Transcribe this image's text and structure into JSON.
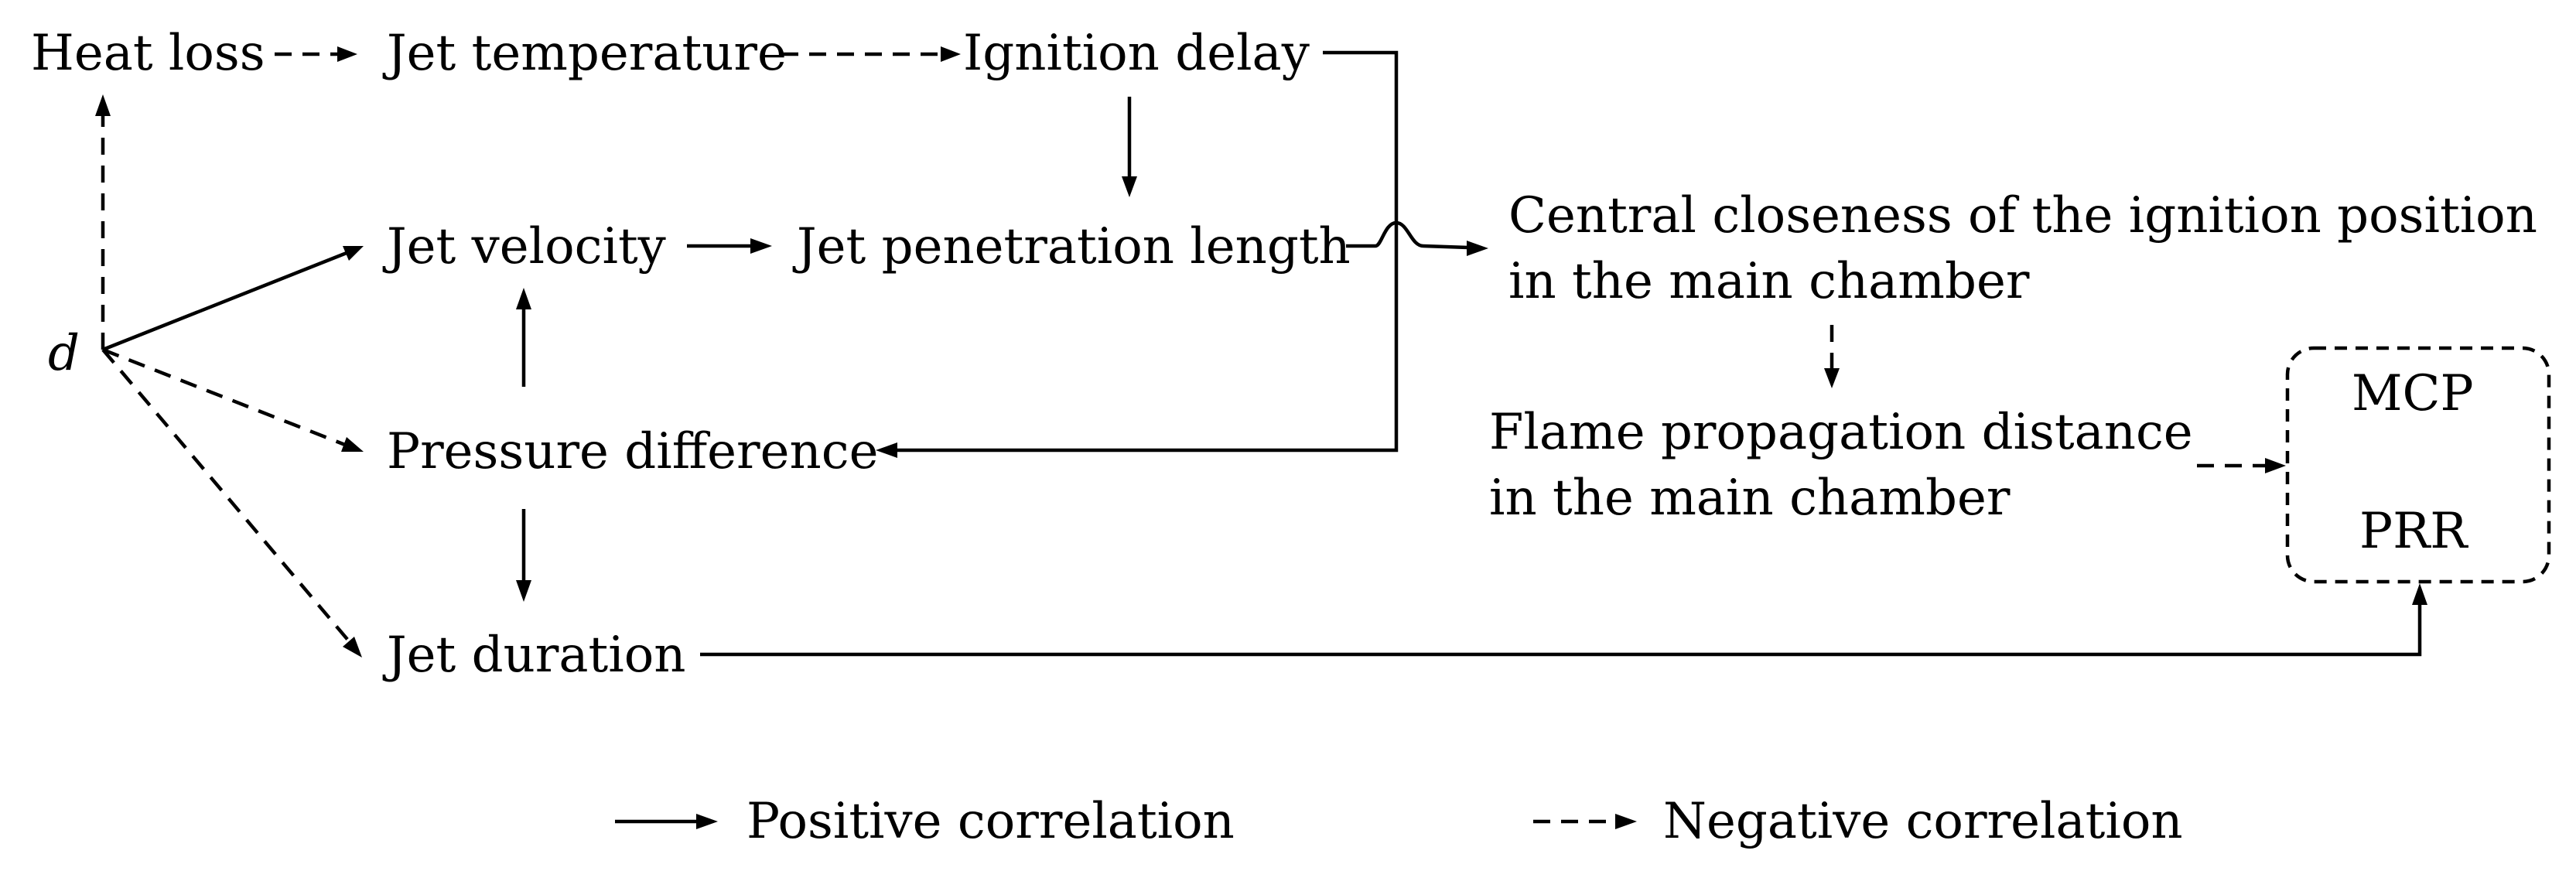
{
  "nodes": {
    "heat_loss": "Heat loss",
    "jet_temperature": "Jet temperature",
    "ignition_delay": "Ignition delay",
    "jet_velocity": "Jet velocity",
    "jet_penetration_length": "Jet penetration length",
    "central_closeness_line1": "Central closeness of the ignition position",
    "central_closeness_line2": "in the main chamber",
    "d": "d",
    "pressure_difference": "Pressure difference",
    "flame_propagation_line1": "Flame propagation distance",
    "flame_propagation_line2": "in the main chamber",
    "mcp": "MCP",
    "prr": "PRR",
    "jet_duration": "Jet duration"
  },
  "legend": {
    "positive": "Positive correlation",
    "negative": "Negative correlation"
  },
  "edges": [
    {
      "from": "Heat loss",
      "to": "Jet temperature",
      "correlation": "negative"
    },
    {
      "from": "Jet temperature",
      "to": "Ignition delay",
      "correlation": "negative"
    },
    {
      "from": "Ignition delay",
      "to": "Jet penetration length",
      "correlation": "positive"
    },
    {
      "from": "Ignition delay",
      "to": "Pressure difference",
      "correlation": "positive"
    },
    {
      "from": "d",
      "to": "Heat loss",
      "correlation": "negative"
    },
    {
      "from": "d",
      "to": "Jet velocity",
      "correlation": "positive"
    },
    {
      "from": "d",
      "to": "Pressure difference",
      "correlation": "negative"
    },
    {
      "from": "d",
      "to": "Jet duration",
      "correlation": "negative"
    },
    {
      "from": "Pressure difference",
      "to": "Jet velocity",
      "correlation": "positive"
    },
    {
      "from": "Pressure difference",
      "to": "Jet duration",
      "correlation": "positive"
    },
    {
      "from": "Jet velocity",
      "to": "Jet penetration length",
      "correlation": "positive"
    },
    {
      "from": "Jet penetration length",
      "to": "Central closeness of the ignition position in the main chamber",
      "correlation": "positive"
    },
    {
      "from": "Central closeness of the ignition position in the main chamber",
      "to": "Flame propagation distance in the main chamber",
      "correlation": "negative"
    },
    {
      "from": "Flame propagation distance in the main chamber",
      "to": "MCP / PRR",
      "correlation": "negative"
    },
    {
      "from": "Jet duration",
      "to": "MCP / PRR",
      "correlation": "positive"
    }
  ]
}
